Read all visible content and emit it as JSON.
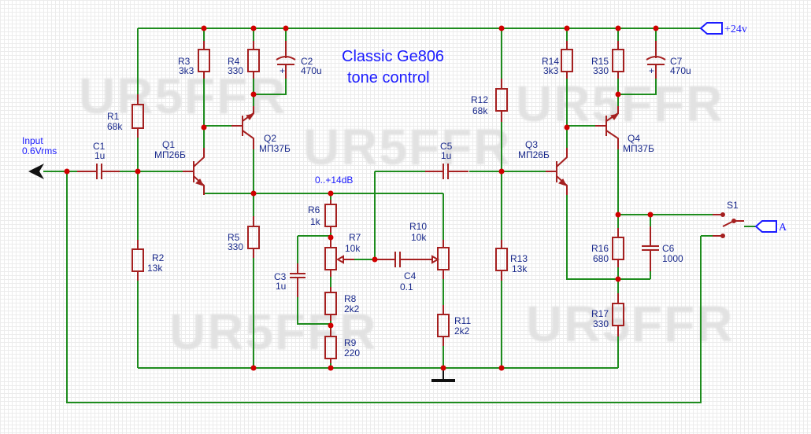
{
  "title": [
    "Classic Ge806",
    "tone control"
  ],
  "watermark": "UR5FFR",
  "supply_label": "+24v",
  "output_label": "A",
  "gain_label": "0..+14dB",
  "input": {
    "name": "Input",
    "level": "0.6Vrms"
  },
  "colors": {
    "wire": "#1e8c1e",
    "part": "#a52020",
    "junction": "#d00000",
    "label": "#1a2a8c",
    "title": "#1b1bff"
  },
  "components": {
    "R1": {
      "ref": "R1",
      "value": "68k"
    },
    "R2": {
      "ref": "R2",
      "value": "13k"
    },
    "R3": {
      "ref": "R3",
      "value": "3k3"
    },
    "R4": {
      "ref": "R4",
      "value": "330"
    },
    "R5": {
      "ref": "R5",
      "value": "330"
    },
    "R6": {
      "ref": "R6",
      "value": "1k"
    },
    "R7": {
      "ref": "R7",
      "value": "10k"
    },
    "R8": {
      "ref": "R8",
      "value": "2k2"
    },
    "R9": {
      "ref": "R9",
      "value": "220"
    },
    "R10": {
      "ref": "R10",
      "value": "10k"
    },
    "R11": {
      "ref": "R11",
      "value": "2k2"
    },
    "R12": {
      "ref": "R12",
      "value": "68k"
    },
    "R13": {
      "ref": "R13",
      "value": "13k"
    },
    "R14": {
      "ref": "R14",
      "value": "3k3"
    },
    "R15": {
      "ref": "R15",
      "value": "330"
    },
    "R16": {
      "ref": "R16",
      "value": "680"
    },
    "R17": {
      "ref": "R17",
      "value": "330"
    },
    "C1": {
      "ref": "C1",
      "value": "1u"
    },
    "C2": {
      "ref": "C2",
      "value": "470u"
    },
    "C3": {
      "ref": "C3",
      "value": "1u"
    },
    "C4": {
      "ref": "C4",
      "value": "0.1"
    },
    "C5": {
      "ref": "C5",
      "value": "1u"
    },
    "C6": {
      "ref": "C6",
      "value": "1000"
    },
    "C7": {
      "ref": "C7",
      "value": "470u"
    },
    "Q1": {
      "ref": "Q1",
      "value": "МП26Б"
    },
    "Q2": {
      "ref": "Q2",
      "value": "МП37Б"
    },
    "Q3": {
      "ref": "Q3",
      "value": "МП26Б"
    },
    "Q4": {
      "ref": "Q4",
      "value": "МП37Б"
    },
    "S1": {
      "ref": "S1"
    }
  },
  "plus_sign": "+"
}
